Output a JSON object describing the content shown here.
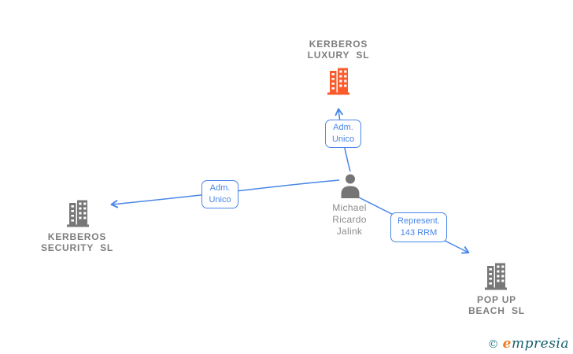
{
  "diagram": {
    "nodes": {
      "kerberos_luxury": {
        "name": "KERBEROS\nLUXURY  SL",
        "icon": "building-icon",
        "icon_color": "#fa5b2d"
      },
      "kerberos_security": {
        "name": "KERBEROS\nSECURITY  SL",
        "icon": "building-icon",
        "icon_color": "#777777"
      },
      "pop_up_beach": {
        "name": "POP UP\nBEACH  SL",
        "icon": "building-icon",
        "icon_color": "#777777"
      },
      "michael": {
        "name": "Michael\nRicardo\nJalink",
        "icon": "person-icon",
        "icon_color": "#757575"
      }
    },
    "edge_labels": {
      "adm_unico_top": "Adm.\nUnico",
      "adm_unico_left": "Adm.\nUnico",
      "represent": "Represent.\n143 RRM"
    },
    "edge_color": "#4a86e8"
  },
  "colors": {
    "accent_blue": "#4a86e8",
    "company_text_gray": "#7e7e7e",
    "person_text_gray": "#8c8c8c",
    "icon_gray": "#777777",
    "icon_orange": "#fa5b2d",
    "background": "#ffffff",
    "logo_teal": "#1e7d8c",
    "logo_dark_teal": "#145f6e",
    "logo_orange": "#ef7d23"
  },
  "logo": {
    "copyright_symbol": "©",
    "brand_first_letter": "e",
    "brand_rest": "mpresia"
  }
}
